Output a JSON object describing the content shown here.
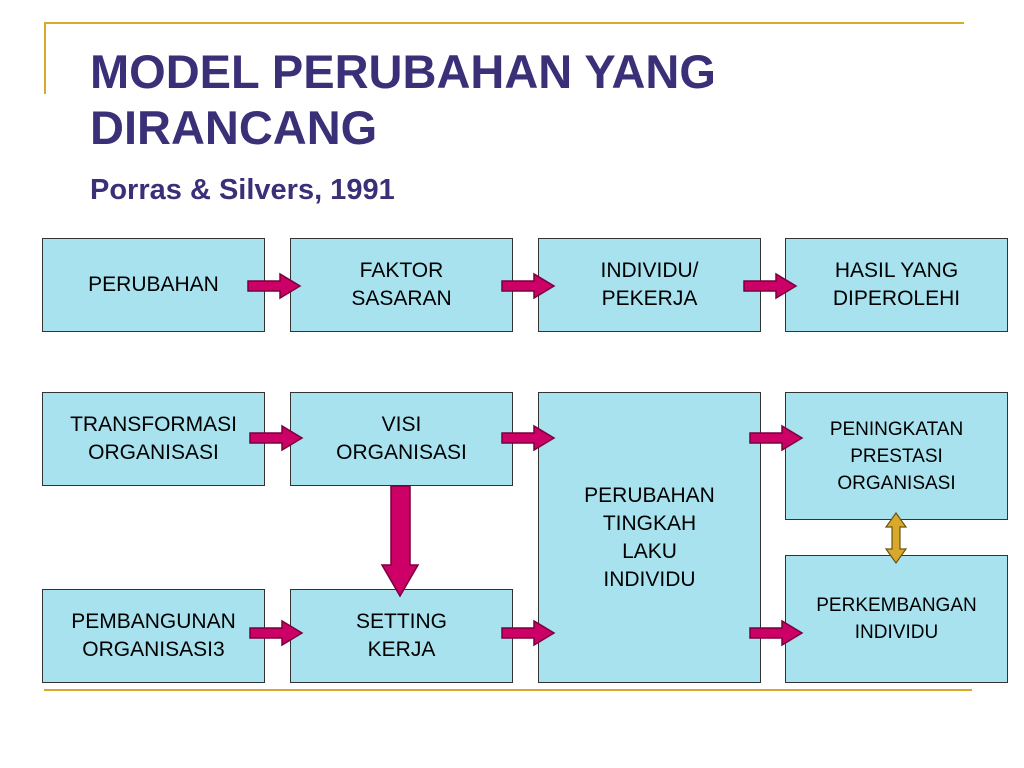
{
  "title": "MODEL PERUBAHAN YANG DIRANCANG",
  "subtitle": "Porras & Silvers, 1991",
  "colors": {
    "title": "#3a3078",
    "box_fill": "#a7e2ee",
    "arrow_magenta": "#cc0066",
    "arrow_gold": "#d8a92a",
    "decor_line": "#d8a92a"
  },
  "row1": {
    "perubahan": "PERUBAHAN",
    "faktor_sasaran": "FAKTOR\nSASARAN",
    "individu_pekerja": "INDIVIDU/\nPEKERJA",
    "hasil_diperoleh": "HASIL YANG\nDIPEROLEHI"
  },
  "row2": {
    "transformasi": "TRANSFORMASI\nORGANISASI",
    "visi": "VISI\nORGANISASI",
    "perubahan_tingkah_laku": "PERUBAHAN\nTINGKAH\nLAKU\nINDIVIDU",
    "peningkatan_prestasi": "PENINGKATAN\nPRESTASI\nORGANISASI"
  },
  "row3": {
    "pembangunan": "PEMBANGUNAN\nORGANISASI3",
    "setting_kerja": "SETTING\nKERJA",
    "perkembangan_individu": "PERKEMBANGAN\nINDIVIDU"
  }
}
